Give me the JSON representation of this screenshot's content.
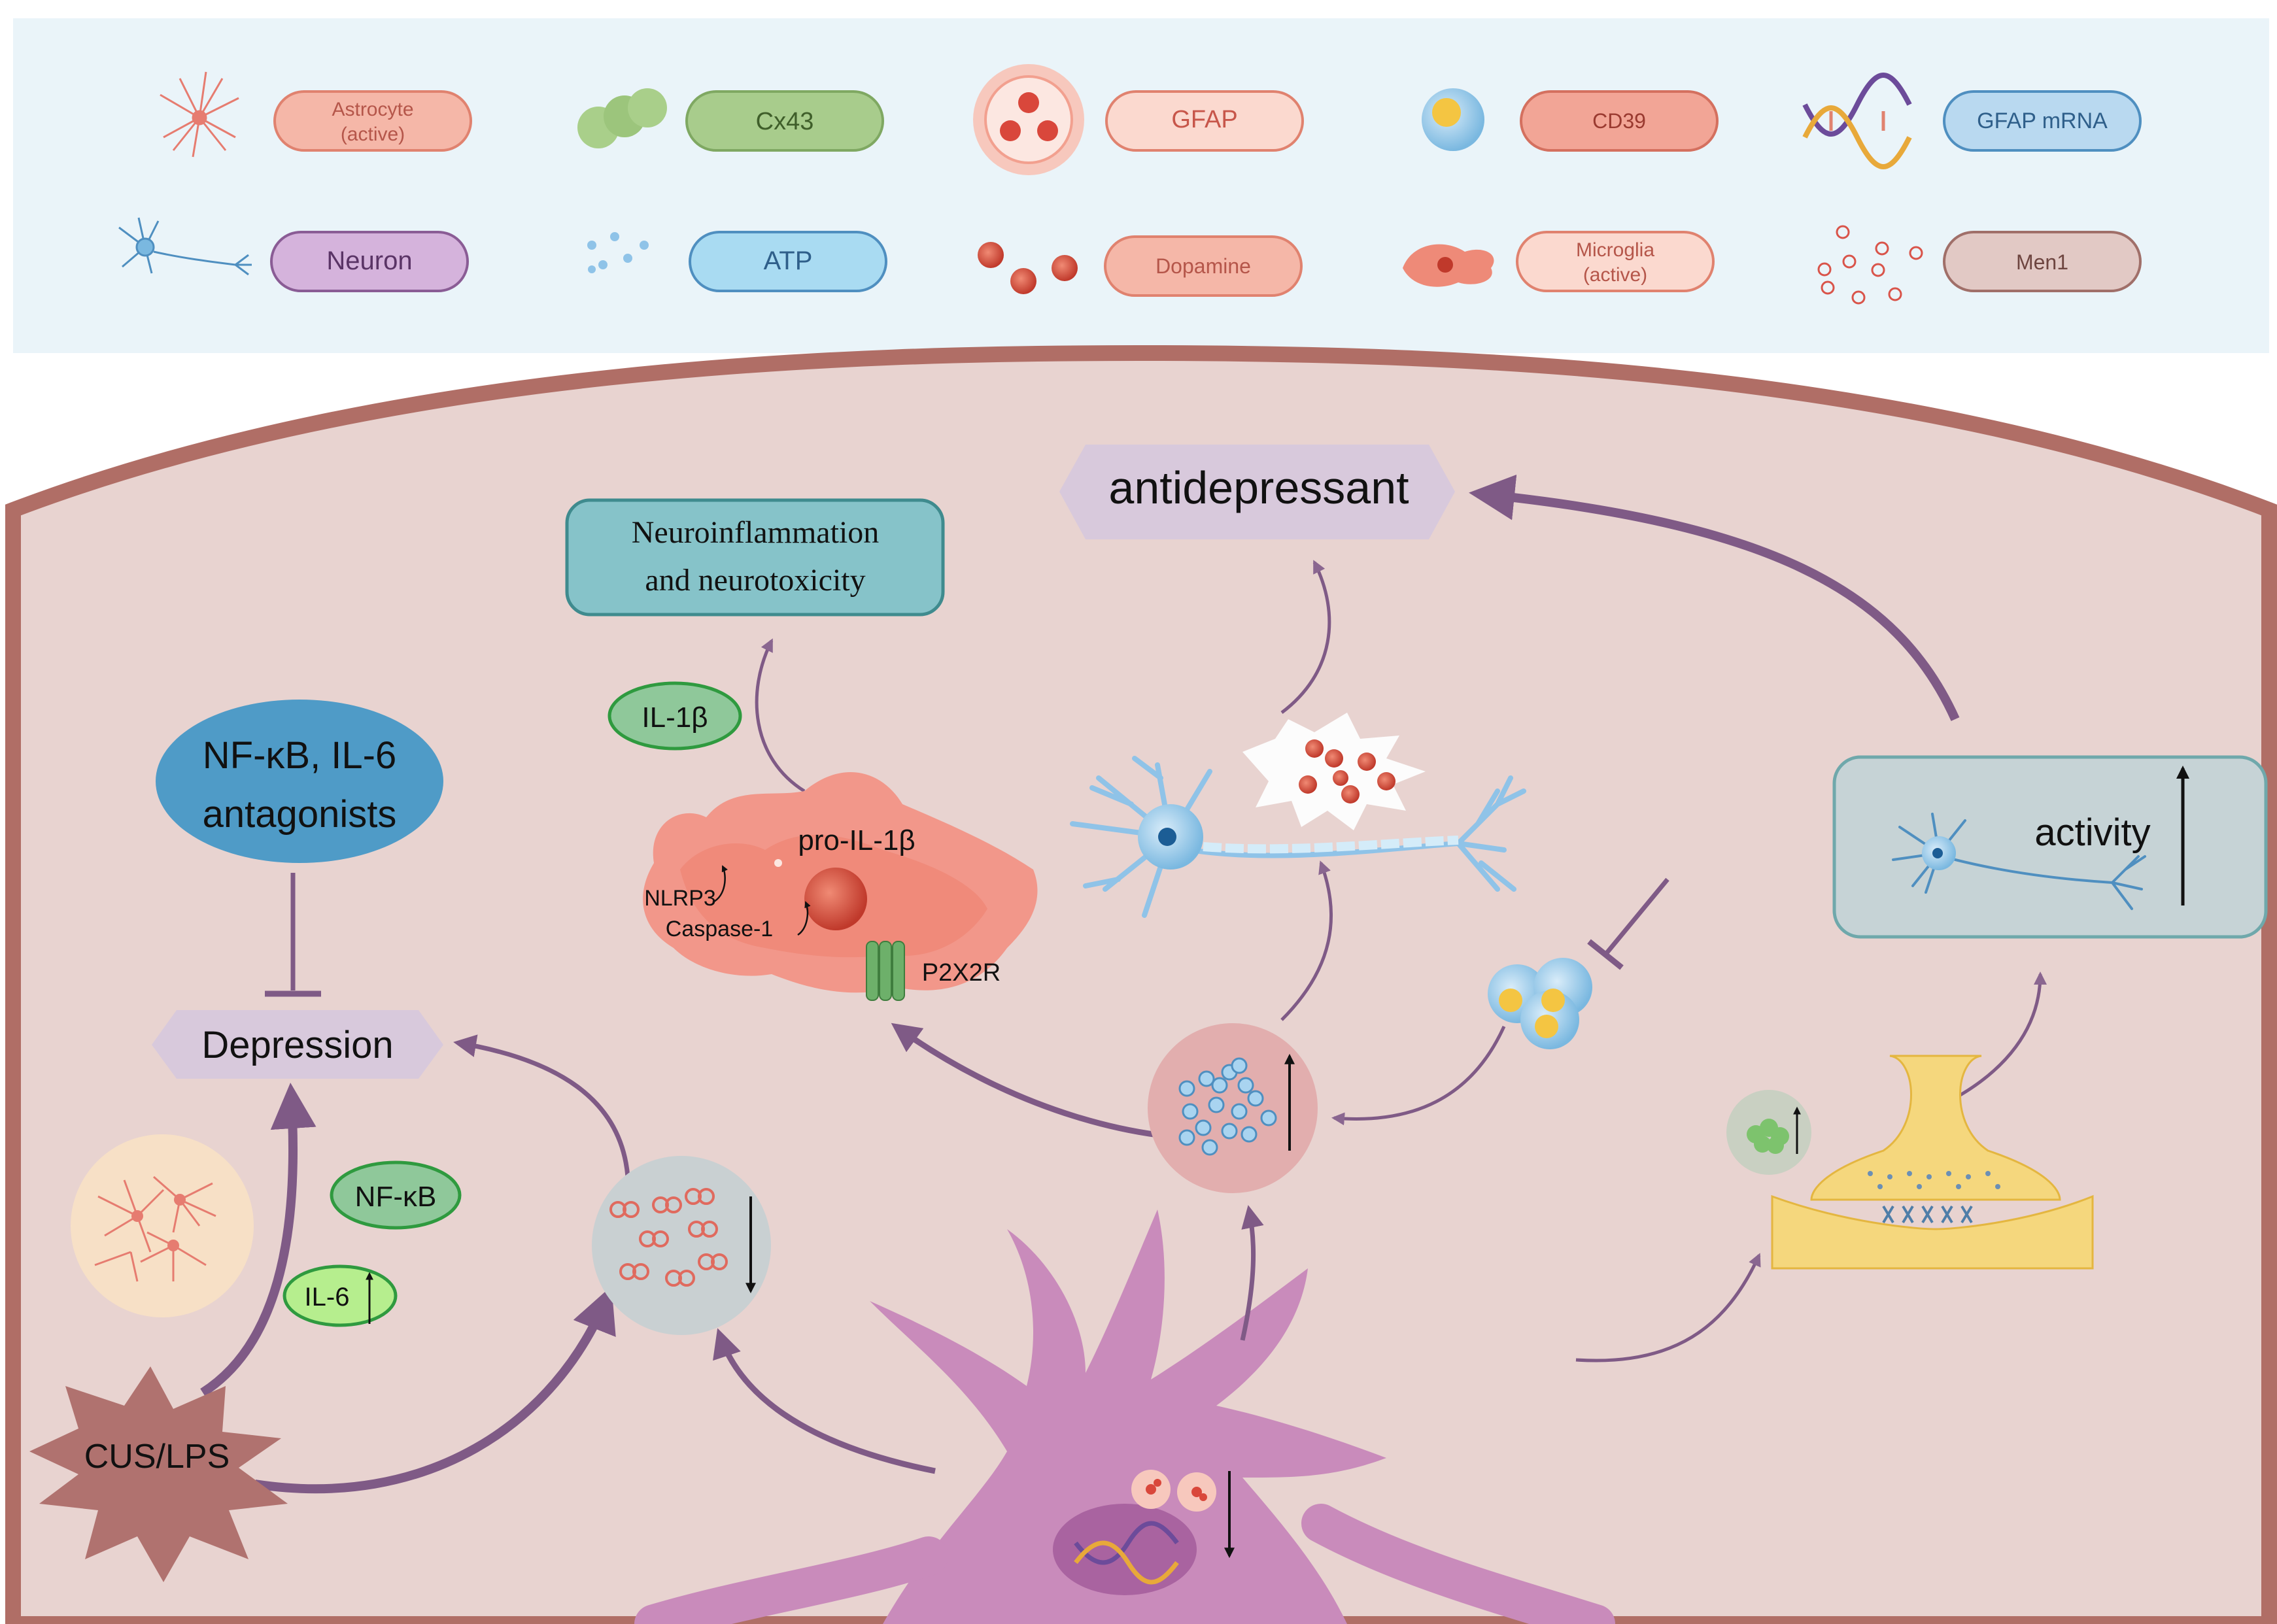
{
  "legend": {
    "astrocyte": "Astrocyte\n(active)",
    "cx43": "Cx43",
    "gfap": "GFAP",
    "cd39": "CD39",
    "gfap_mrna": "GFAP mRNA",
    "neuron": "Neuron",
    "atp": "ATP",
    "dopamine": "Dopamine",
    "microglia": "Microglia\n(active)",
    "men1": "Men1"
  },
  "labels": {
    "antidepressant": "antidepressant",
    "neuroinflammation": "Neuroinflammation\nand neurotoxicity",
    "il1b": "IL-1β",
    "nfkb_il6": "NF-κB, IL-6\nantagonists",
    "depression": "Depression",
    "nfkb": "NF-κB",
    "il6": "IL-6",
    "cus_lps": "CUS/LPS",
    "pro_il1b": "pro-IL-1β",
    "nlrp3": "NLRP3",
    "caspase1": "Caspase-1",
    "p2x2r": "P2X2R",
    "activity": "activity"
  },
  "colors": {
    "legend_bg": "#eaf4f9",
    "cell_bg": "#e8d3d0",
    "cell_border": "#b06e66",
    "arrow": "#7f5a86",
    "astrocyte_body": "#c98bbb",
    "hex_label": "#d8c9dc",
    "blue_ellipse": "#4f9bc7",
    "teal_box": "#86c3c9"
  }
}
